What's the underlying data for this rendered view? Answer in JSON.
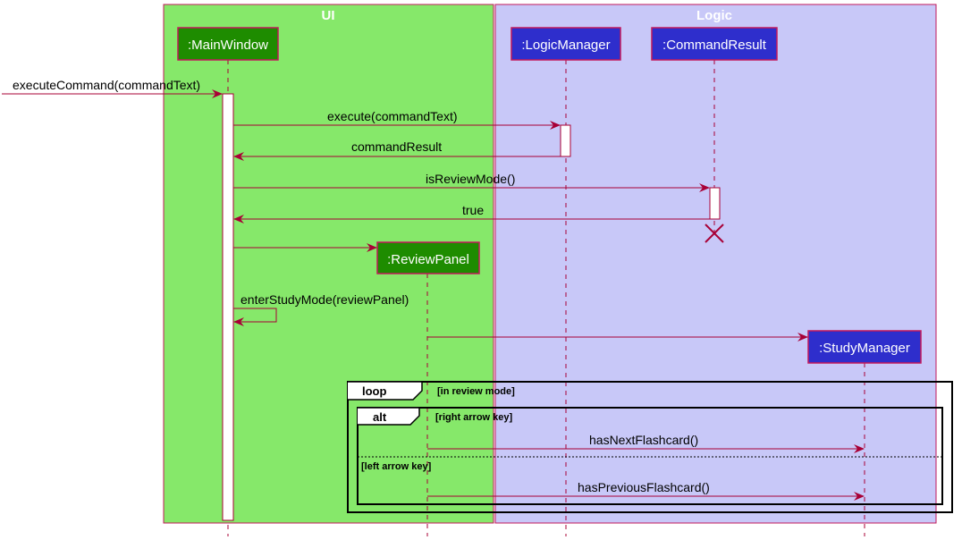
{
  "groups": {
    "ui": "UI",
    "logic": "Logic"
  },
  "participants": {
    "main_window": ":MainWindow",
    "logic_manager": ":LogicManager",
    "command_result": ":CommandResult",
    "review_panel": ":ReviewPanel",
    "study_manager": ":StudyManager"
  },
  "messages": {
    "execute_command": "executeCommand(commandText)",
    "execute": "execute(commandText)",
    "command_result": "commandResult",
    "is_review_mode": "isReviewMode()",
    "true_return": "true",
    "enter_study_mode": "enterStudyMode(reviewPanel)",
    "has_next": "hasNextFlashcard()",
    "has_previous": "hasPreviousFlashcard()"
  },
  "fragments": {
    "loop_keyword": "loop",
    "loop_guard": "[in review mode]",
    "alt_keyword": "alt",
    "alt_guard_right": "[right arrow key]",
    "alt_guard_left": "[left arrow key]"
  },
  "colors": {
    "ui_group": "#86E86A",
    "logic_group": "#C8C8F8",
    "group_border": "#C2185B",
    "arrow": "#A80036",
    "ui_participant": "#1E8C00",
    "logic_participant": "#2E2ECC"
  }
}
